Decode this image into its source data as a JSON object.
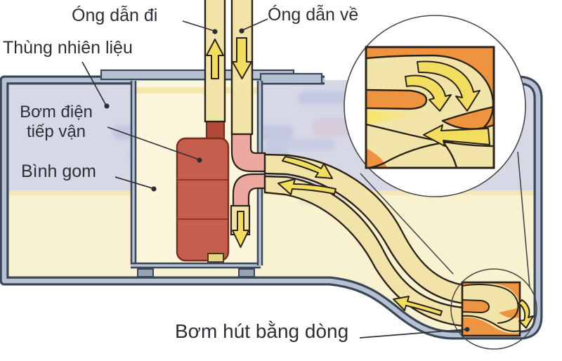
{
  "figure": {
    "type": "fuel-tank-diagram",
    "labels": {
      "supply_pipe": "Óng dẫn đi",
      "return_pipe": "Óng dẫn về",
      "fuel_tank": "Thùng nhiên liệu",
      "transfer_pump_line1": "Bơm điện",
      "transfer_pump_line2": "tiếp vận",
      "collector_pot": "Bình gom",
      "jet_pump": "Bơm hút bằng dòng"
    },
    "colors": {
      "cream": "#f8f2d0",
      "pipe": "#f2e4a9",
      "lavender": "#d7d8e6",
      "wall-dark": "#3a4758",
      "wall-core": "#b6c2d4",
      "orange": "#ee9440",
      "pink": "#eda9a1",
      "pump-red": "#c65e4d",
      "pump-dark": "#7a2c1f",
      "neck": "#b34a39",
      "yellow": "#f2dd5e",
      "ink": "#2b2318",
      "label-ink": "#2e2e36"
    }
  }
}
